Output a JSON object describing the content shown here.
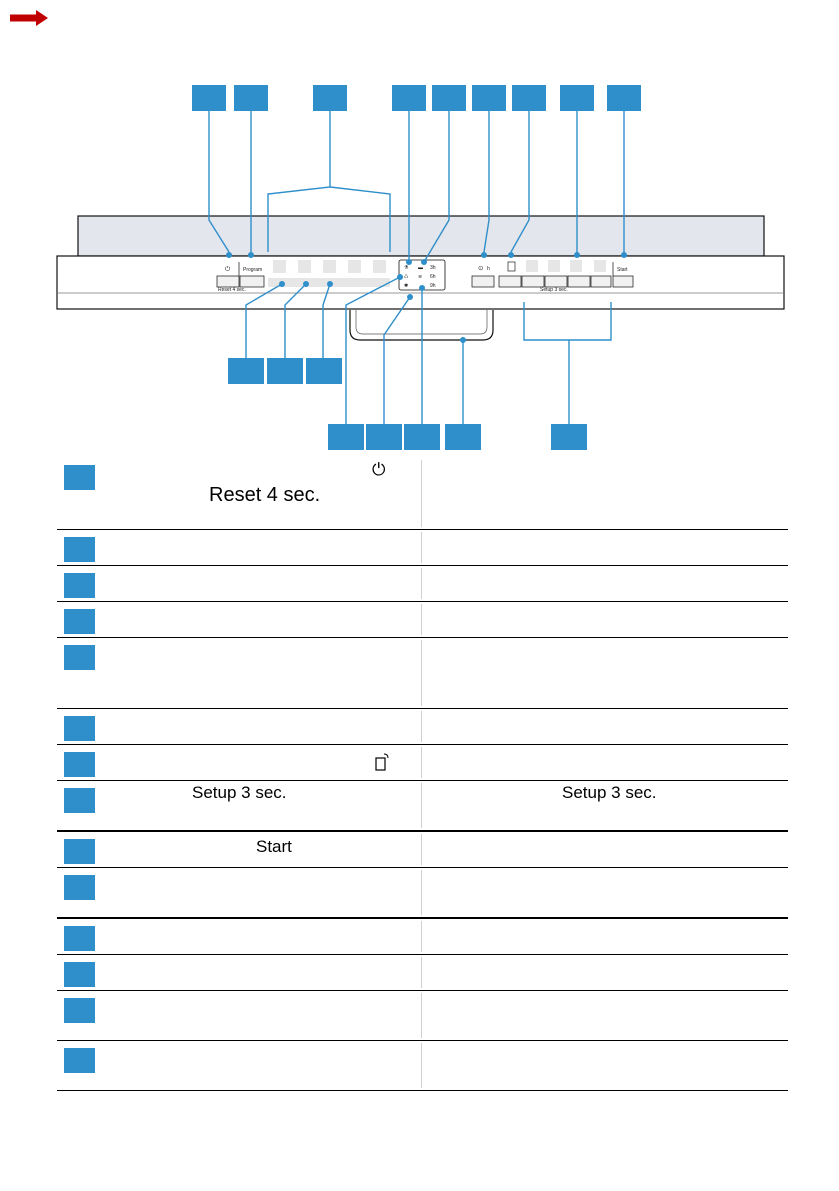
{
  "panel": {
    "power_symbol": "⏻",
    "program_label": "Program",
    "reset_small_label": "Reset 4 sec.",
    "options_small": [
      "3h",
      "6h",
      "9h"
    ],
    "delay_label": "h",
    "setup_small_label": "Setup 3 sec.",
    "start_label": "Start"
  },
  "legend": {
    "row1_symbol": "⏻",
    "row1_text": "Reset 4 sec.",
    "row8_left": "Setup 3 sec.",
    "row8_right": "Setup 3 sec.",
    "row9_text": "Start"
  },
  "colors": {
    "accent": "#2f8fcb"
  }
}
